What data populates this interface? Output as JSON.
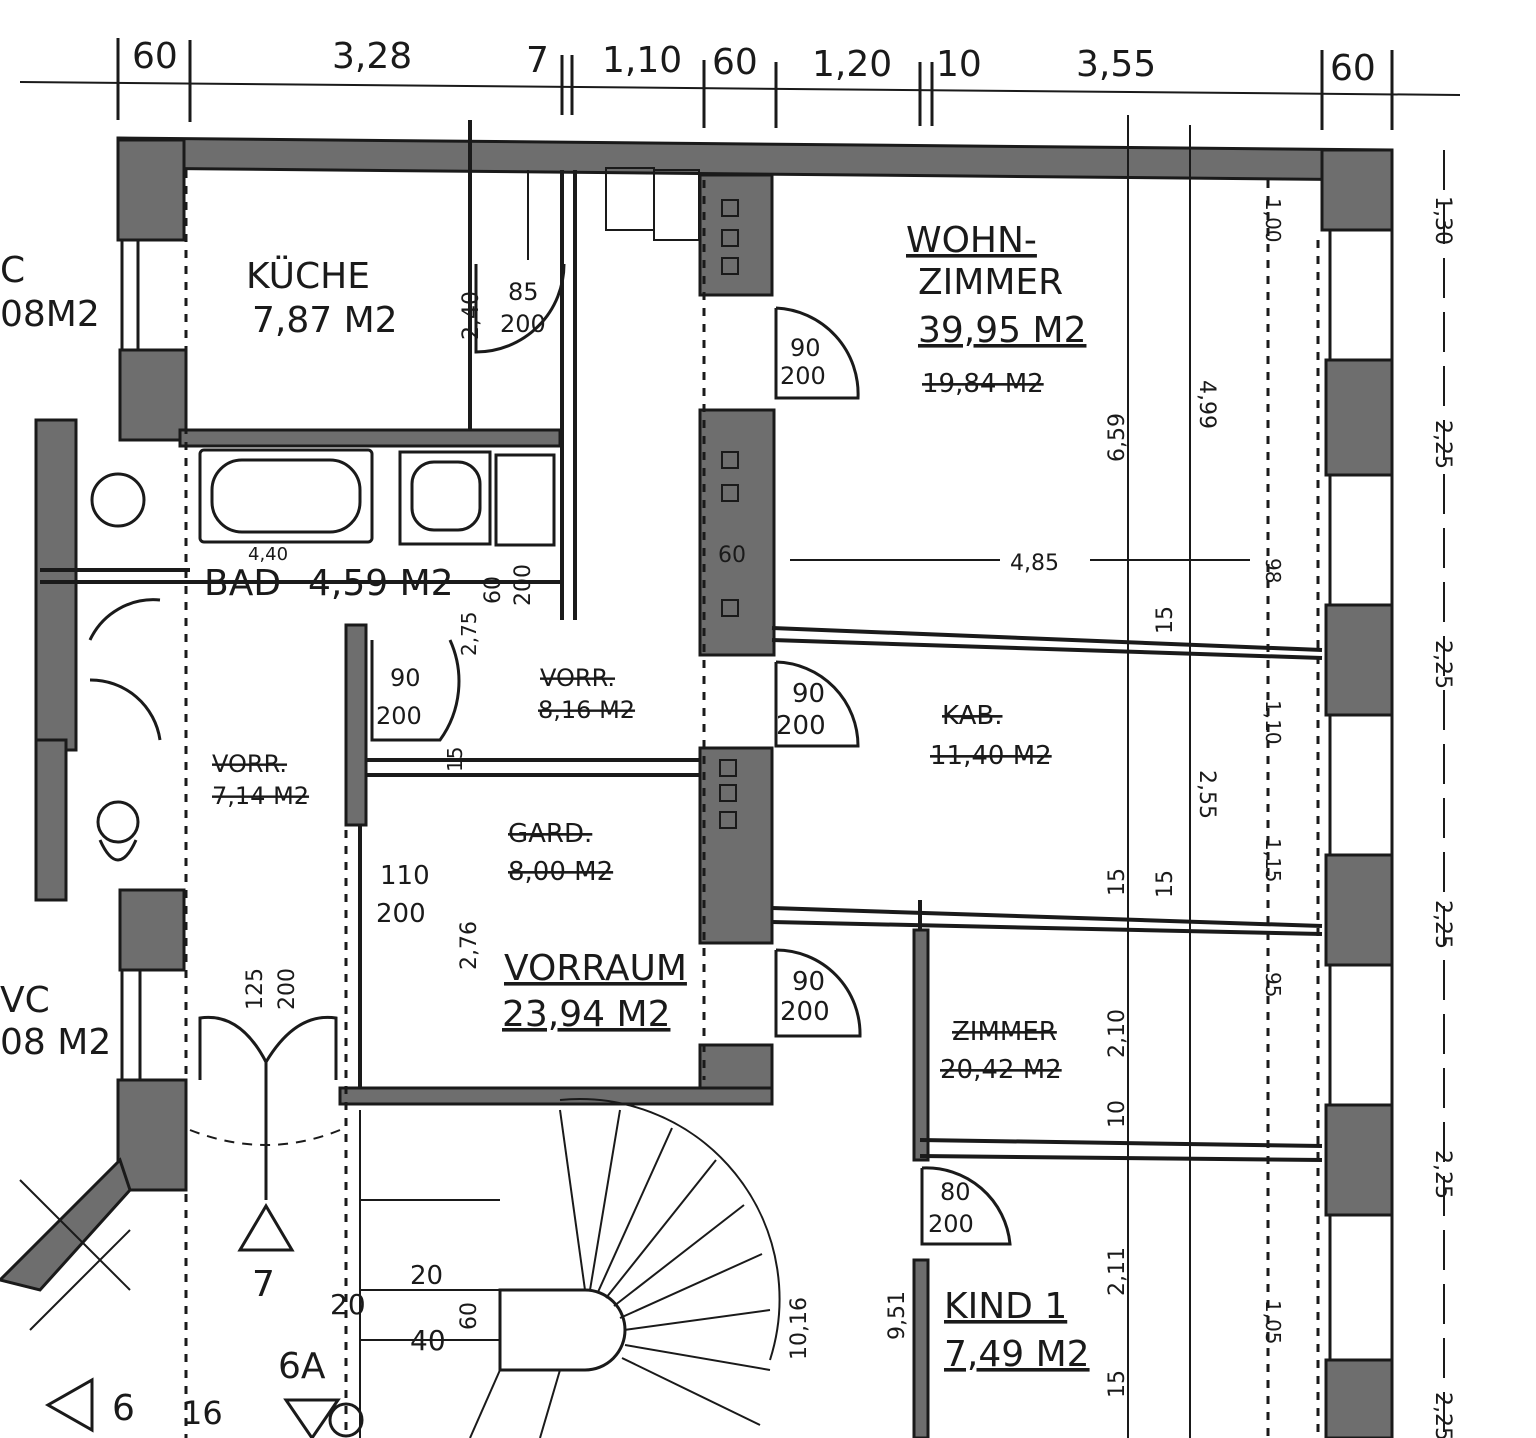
{
  "top_dimensions": [
    "60",
    "3,28",
    "7",
    "1,10",
    "60",
    "1,20",
    "10",
    "3,55",
    "60"
  ],
  "rooms": {
    "kueche": {
      "name": "KÜCHE",
      "area": "7,87 M2"
    },
    "wohnzimmer": {
      "name1": "WOHN-",
      "name2": "ZIMMER",
      "area": "39,95 M2",
      "area_old": "19,84 M2"
    },
    "bad": {
      "name": "BAD",
      "area": "4,59 M2"
    },
    "vorr_upper": {
      "name": "VORR.",
      "area": "8,16 M2"
    },
    "vorr_left": {
      "name": "VORR.",
      "area": "7,14 M2"
    },
    "kab": {
      "name": "KAB.",
      "area": "11,40 M2"
    },
    "gard": {
      "name": "GARD.",
      "area": "8,00 M2"
    },
    "vorraum": {
      "name": "VORRAUM",
      "area": "23,94 M2"
    },
    "zimmer": {
      "name": "ZIMMER",
      "area": "20,42 M2"
    },
    "kind": {
      "name": "KIND 1",
      "area": "7,49 M2"
    },
    "wc_top": {
      "name": "C",
      "area": "08M2"
    },
    "wc_bottom": {
      "name": "VC",
      "area": "08 M2"
    }
  },
  "doors": [
    {
      "w": "85",
      "h": "200"
    },
    {
      "w": "90",
      "h": "200"
    },
    {
      "w": "90",
      "h": "200"
    },
    {
      "w": "90",
      "h": "200"
    },
    {
      "w": "90",
      "h": "200"
    },
    {
      "w": "110",
      "h": "200"
    },
    {
      "w": "80",
      "h": "200"
    },
    {
      "w": "125",
      "h": "200"
    },
    {
      "w": "60",
      "h": "200"
    }
  ],
  "interior_dims": {
    "k_height": "2,40",
    "w_659": "6,59",
    "w_499": "4,99",
    "w_485": "4,85",
    "w_60": "60",
    "w_15a": "15",
    "w_15b": "15",
    "w_15c": "15",
    "w_255": "2,55",
    "w_276": "2,76",
    "w_210": "2,10",
    "w_10": "10",
    "w_211": "2,11",
    "w_15d": "15",
    "w_1016": "10,16",
    "w_951": "9,51",
    "b_440": "4,40",
    "v_275": "2,75",
    "v_15": "15"
  },
  "right_dims": [
    "1,00",
    "1,30",
    "2,25",
    "2,25",
    "2,25",
    "2,25",
    "1,05",
    "2,25"
  ],
  "right_inner": [
    "1,00",
    "98",
    "1,10",
    "1,15",
    "95"
  ],
  "stair_labels": {
    "a": "7",
    "b": "6A",
    "c": "6",
    "d": "16",
    "e": "20",
    "f": "40",
    "g": "60",
    "h": "20"
  }
}
